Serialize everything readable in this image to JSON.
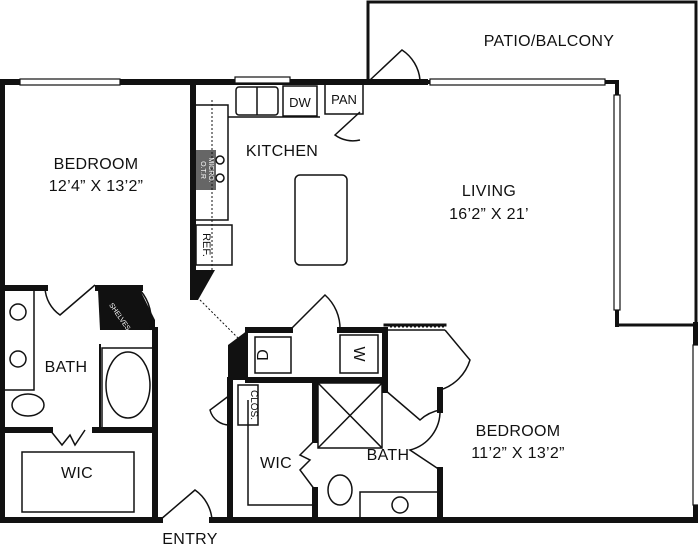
{
  "floorplan": {
    "rooms": {
      "patio": {
        "name": "PATIO/BALCONY"
      },
      "bedroom1": {
        "name": "BEDROOM",
        "dims": "12’4” X 13’2”"
      },
      "kitchen": {
        "name": "KITCHEN"
      },
      "living": {
        "name": "LIVING",
        "dims": "16’2” X 21’"
      },
      "bath1": {
        "name": "BATH"
      },
      "wic1": {
        "name": "WIC"
      },
      "entry": {
        "name": "ENTRY"
      },
      "wic2": {
        "name": "WIC"
      },
      "bath2": {
        "name": "BATH"
      },
      "bedroom2": {
        "name": "BEDROOM",
        "dims": "11’2” X 13’2”"
      }
    },
    "fixtures": {
      "dishwasher": "DW",
      "pantry": "PAN",
      "refrigerator": "REF.",
      "microwave_line1": "O.T.R",
      "microwave_line2": "MICRO.",
      "shelves": "SHELVES",
      "closet": "CLOS.",
      "dryer": "D",
      "washer": "W"
    }
  }
}
